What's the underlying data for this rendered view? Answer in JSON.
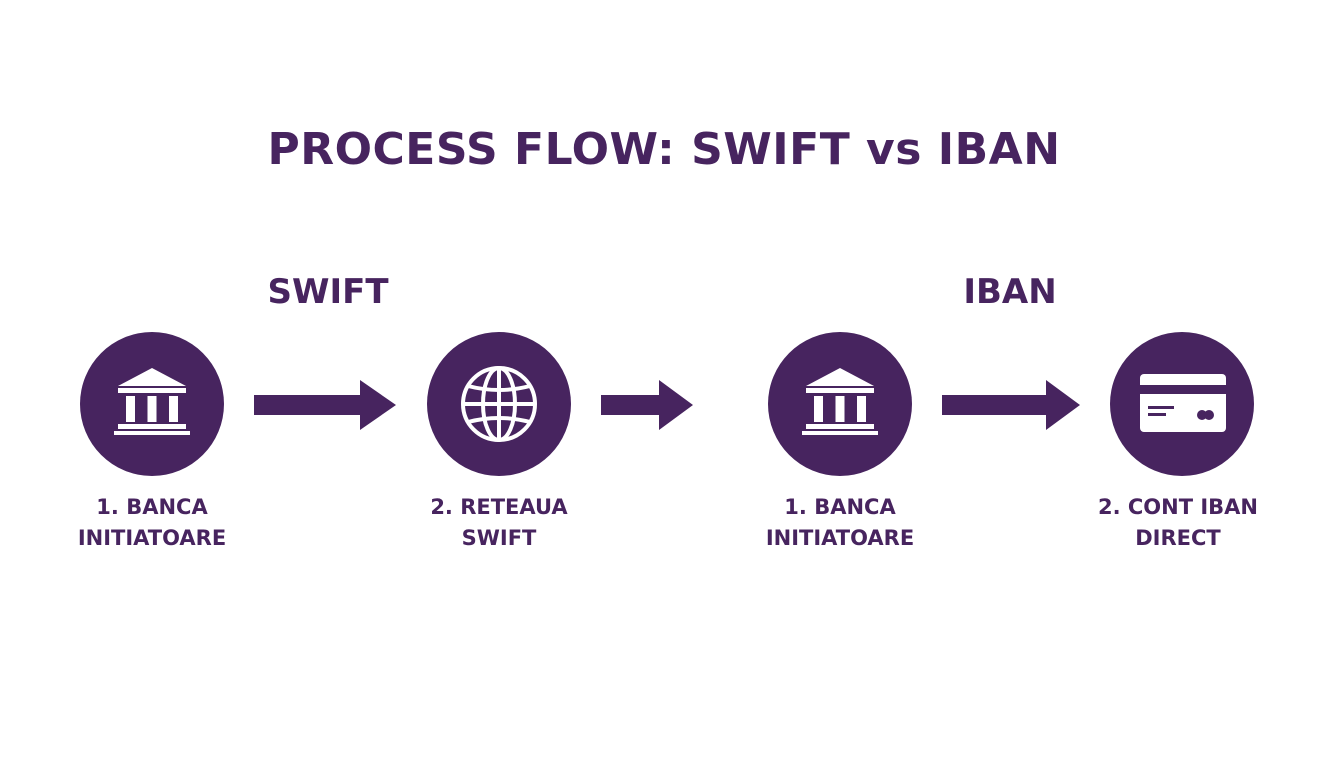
{
  "title": "PROCESS FLOW: SWIFT vs IBAN",
  "colors": {
    "primary": "#47245f",
    "background": "#ffffff",
    "icon": "#ffffff"
  },
  "groups": [
    {
      "label": "SWIFT",
      "steps": [
        {
          "label": "1. BANCA\nINITIATOARE",
          "icon": "bank-icon"
        },
        {
          "label": "2. RETEAUA\nSWIFT",
          "icon": "globe-icon"
        }
      ]
    },
    {
      "label": "IBAN",
      "steps": [
        {
          "label": "1. BANCA\nINITIATOARE",
          "icon": "bank-icon"
        },
        {
          "label": "2. CONT IBAN\nDIRECT",
          "icon": "card-icon"
        }
      ]
    }
  ]
}
